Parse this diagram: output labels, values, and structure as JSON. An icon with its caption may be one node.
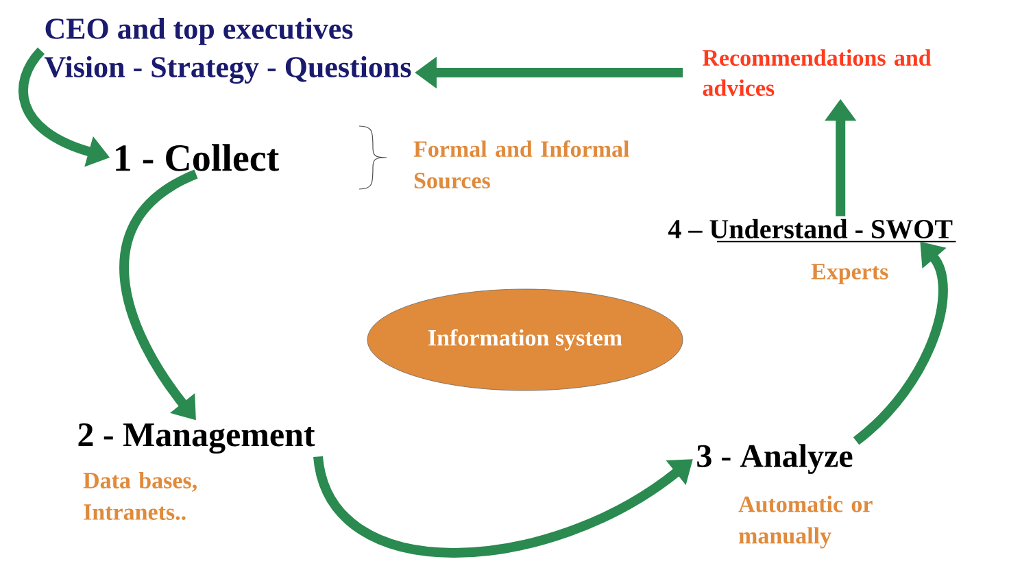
{
  "diagram": {
    "nodes": [
      {
        "text": [
          "CEO and top executives",
          "Vision - Strategy - Questions"
        ]
      },
      {
        "text": [
          "1 - Collect"
        ]
      },
      {
        "text": [
          "2 - Management"
        ],
        "beside": [
          "Data bases, Intranets.."
        ]
      },
      {
        "text": [
          "3 - Analyze"
        ],
        "beside": [
          "Automatic or manually"
        ]
      },
      {
        "text": [
          "4 – Understand - SWOT"
        ],
        "beside": [
          "Experts"
        ]
      },
      {
        "text": [
          "Recommendations and advices"
        ]
      },
      {
        "text": [
          "Information system"
        ]
      }
    ],
    "edges": [
      {
        "from": 0,
        "to": 1,
        "arrow": "to"
      },
      {
        "from": 1,
        "to": 2,
        "arrow": "to"
      },
      {
        "from": 2,
        "to": 3,
        "arrow": "to"
      },
      {
        "from": 3,
        "to": 4,
        "arrow": "to"
      },
      {
        "from": 4,
        "to": 5,
        "arrow": "to"
      },
      {
        "from": 5,
        "to": 0,
        "arrow": "to"
      }
    ],
    "labels": [
      "Formal and Informal Sources"
    ]
  }
}
